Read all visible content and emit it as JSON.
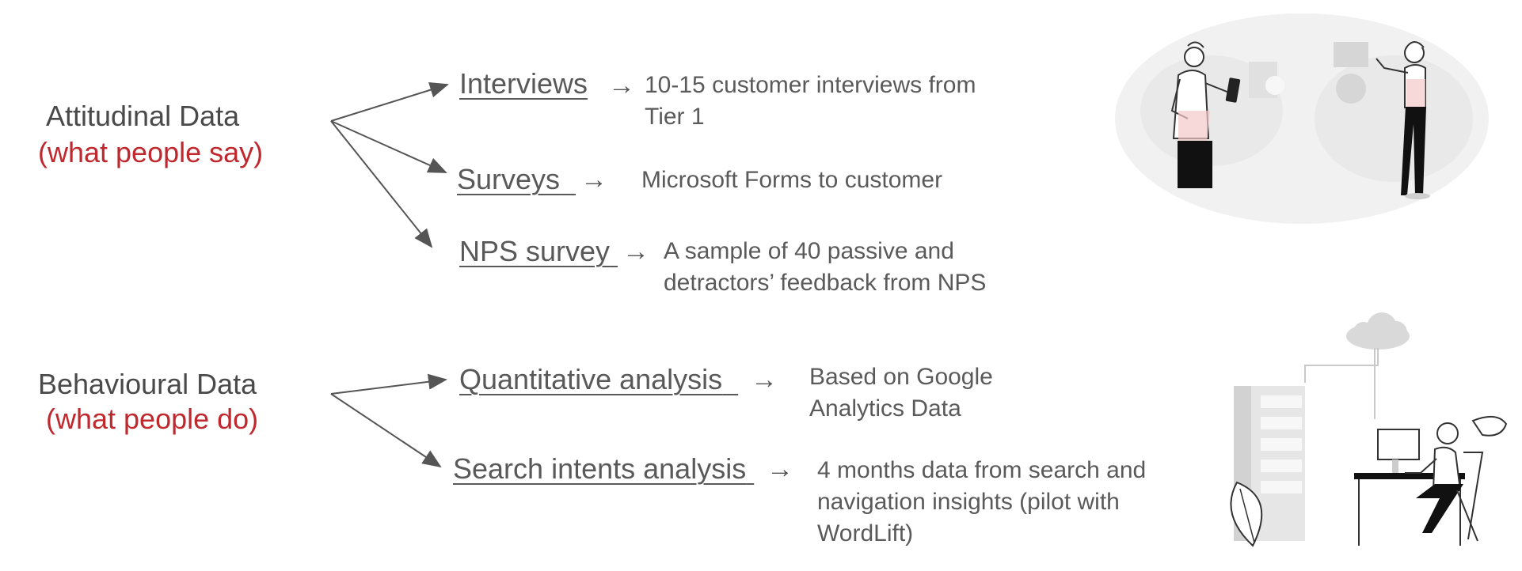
{
  "colors": {
    "accent": "#c0282d",
    "text": "#595959",
    "line": "#555555"
  },
  "attitudinal": {
    "title": "Attitudinal  Data",
    "subtitle": "(what people say)",
    "methods": [
      {
        "label": "Interviews",
        "arrow": "→",
        "description_lines": [
          "10-15 customer interviews from",
          "Tier 1"
        ]
      },
      {
        "label": "Surveys",
        "arrow": "→",
        "description_lines": [
          "Microsoft Forms to customer"
        ]
      },
      {
        "label": "NPS survey",
        "arrow": "→",
        "description_lines": [
          "A sample of 40 passive and",
          "detractors’ feedback from NPS"
        ]
      }
    ]
  },
  "behavioural": {
    "title": "Behavioural Data",
    "subtitle": "(what people do)",
    "methods": [
      {
        "label": "Quantitative analysis",
        "arrow": "→",
        "description_lines": [
          "Based on Google",
          "Analytics Data"
        ]
      },
      {
        "label": "Search intents analysis",
        "arrow": "→",
        "description_lines": [
          "4 months data from search and",
          "navigation insights (pilot with",
          "WordLift)"
        ]
      }
    ]
  },
  "illustrations": [
    {
      "name": "two-people-collaborating-illustration"
    },
    {
      "name": "person-at-desk-with-cloud-illustration"
    }
  ]
}
